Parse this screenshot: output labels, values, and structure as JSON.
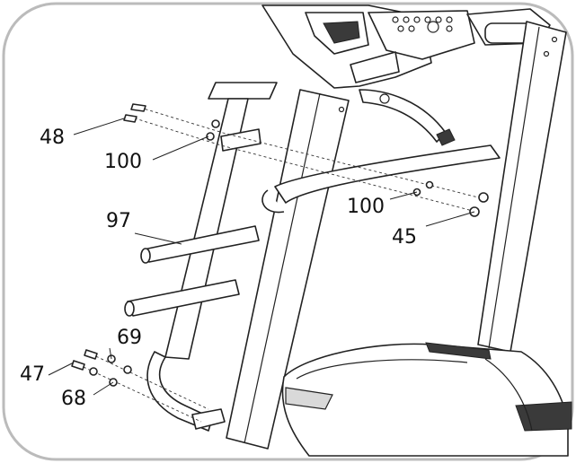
{
  "diagram": {
    "callouts": {
      "c48": "48",
      "c100a": "100",
      "c97": "97",
      "c100b": "100",
      "c45": "45",
      "c69": "69",
      "c47": "47",
      "c68": "68"
    },
    "colors": {
      "line": "#222222",
      "frame": "#bbbbbb",
      "fill": "#ffffff",
      "dark": "#3a3a3a",
      "shade": "#d9d9d9"
    }
  }
}
